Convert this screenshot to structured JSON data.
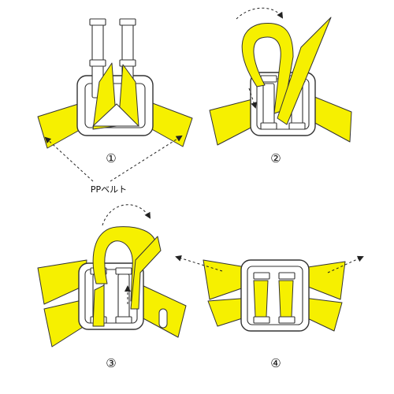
{
  "colors": {
    "belt": "#f6f000",
    "outline": "#333333"
  },
  "steps": [
    {
      "marker": "①"
    },
    {
      "marker": "②"
    },
    {
      "marker": "③"
    },
    {
      "marker": "④"
    }
  ],
  "callout": {
    "text": "PPベルト"
  }
}
